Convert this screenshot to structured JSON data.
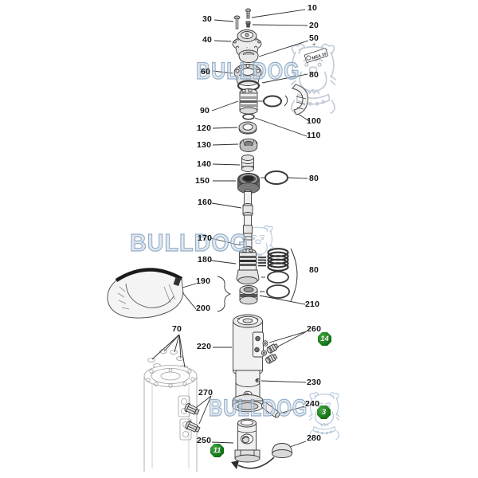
{
  "watermark": {
    "text": "BULLDOG"
  },
  "tag": {
    "text": "MSA 10",
    "marker": "+"
  },
  "badges": [
    {
      "value": "14"
    },
    {
      "value": "3"
    },
    {
      "value": "11"
    }
  ],
  "labels": [
    {
      "text": "10"
    },
    {
      "text": "20"
    },
    {
      "text": "30"
    },
    {
      "text": "40"
    },
    {
      "text": "50"
    },
    {
      "text": "60"
    },
    {
      "text": "80"
    },
    {
      "text": "90"
    },
    {
      "text": "100"
    },
    {
      "text": "110"
    },
    {
      "text": "120"
    },
    {
      "text": "130"
    },
    {
      "text": "140"
    },
    {
      "text": "150"
    },
    {
      "text": "80"
    },
    {
      "text": "160"
    },
    {
      "text": "170"
    },
    {
      "text": "180"
    },
    {
      "text": "190"
    },
    {
      "text": "200"
    },
    {
      "text": "80"
    },
    {
      "text": "210"
    },
    {
      "text": "70"
    },
    {
      "text": "220"
    },
    {
      "text": "260"
    },
    {
      "text": "230"
    },
    {
      "text": "270"
    },
    {
      "text": "240"
    },
    {
      "text": "250"
    },
    {
      "text": "280"
    }
  ],
  "colors": {
    "badge_green": "#0e6b0e",
    "watermark_blue": "#a9c0d6",
    "line_dark": "#3a3a3a"
  }
}
